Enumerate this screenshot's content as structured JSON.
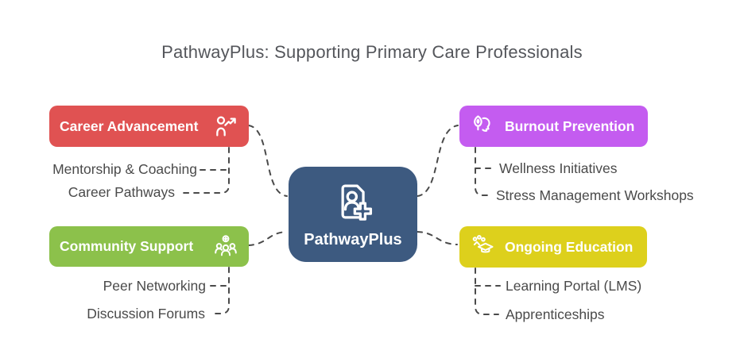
{
  "title": "PathwayPlus: Supporting Primary Care Professionals",
  "center": {
    "label": "PathwayPlus",
    "color": "#3d5a80",
    "icon": "user-file-plus-icon"
  },
  "branches": [
    {
      "id": "career-advancement",
      "label": "Career Advancement",
      "color": "#e05252",
      "icon": "person-growth-arrow-icon",
      "side": "left",
      "children": [
        "Mentorship & Coaching",
        "Career Pathways"
      ]
    },
    {
      "id": "burnout-prevention",
      "label": "Burnout Prevention",
      "color": "#c45cf0",
      "icon": "head-flame-icon",
      "side": "right",
      "children": [
        "Wellness Initiatives",
        "Stress Management Workshops"
      ]
    },
    {
      "id": "community-support",
      "label": "Community Support",
      "color": "#8cc14b",
      "icon": "people-group-plus-icon",
      "side": "left",
      "children": [
        "Peer Networking",
        "Discussion Forums"
      ]
    },
    {
      "id": "ongoing-education",
      "label": "Ongoing Education",
      "color": "#ddd01c",
      "icon": "graduation-cap-icon",
      "side": "right",
      "children": [
        "Learning Portal (LMS)",
        "Apprenticeships"
      ]
    }
  ],
  "connector_color": "#4a4a4a",
  "background_color": "#ffffff"
}
